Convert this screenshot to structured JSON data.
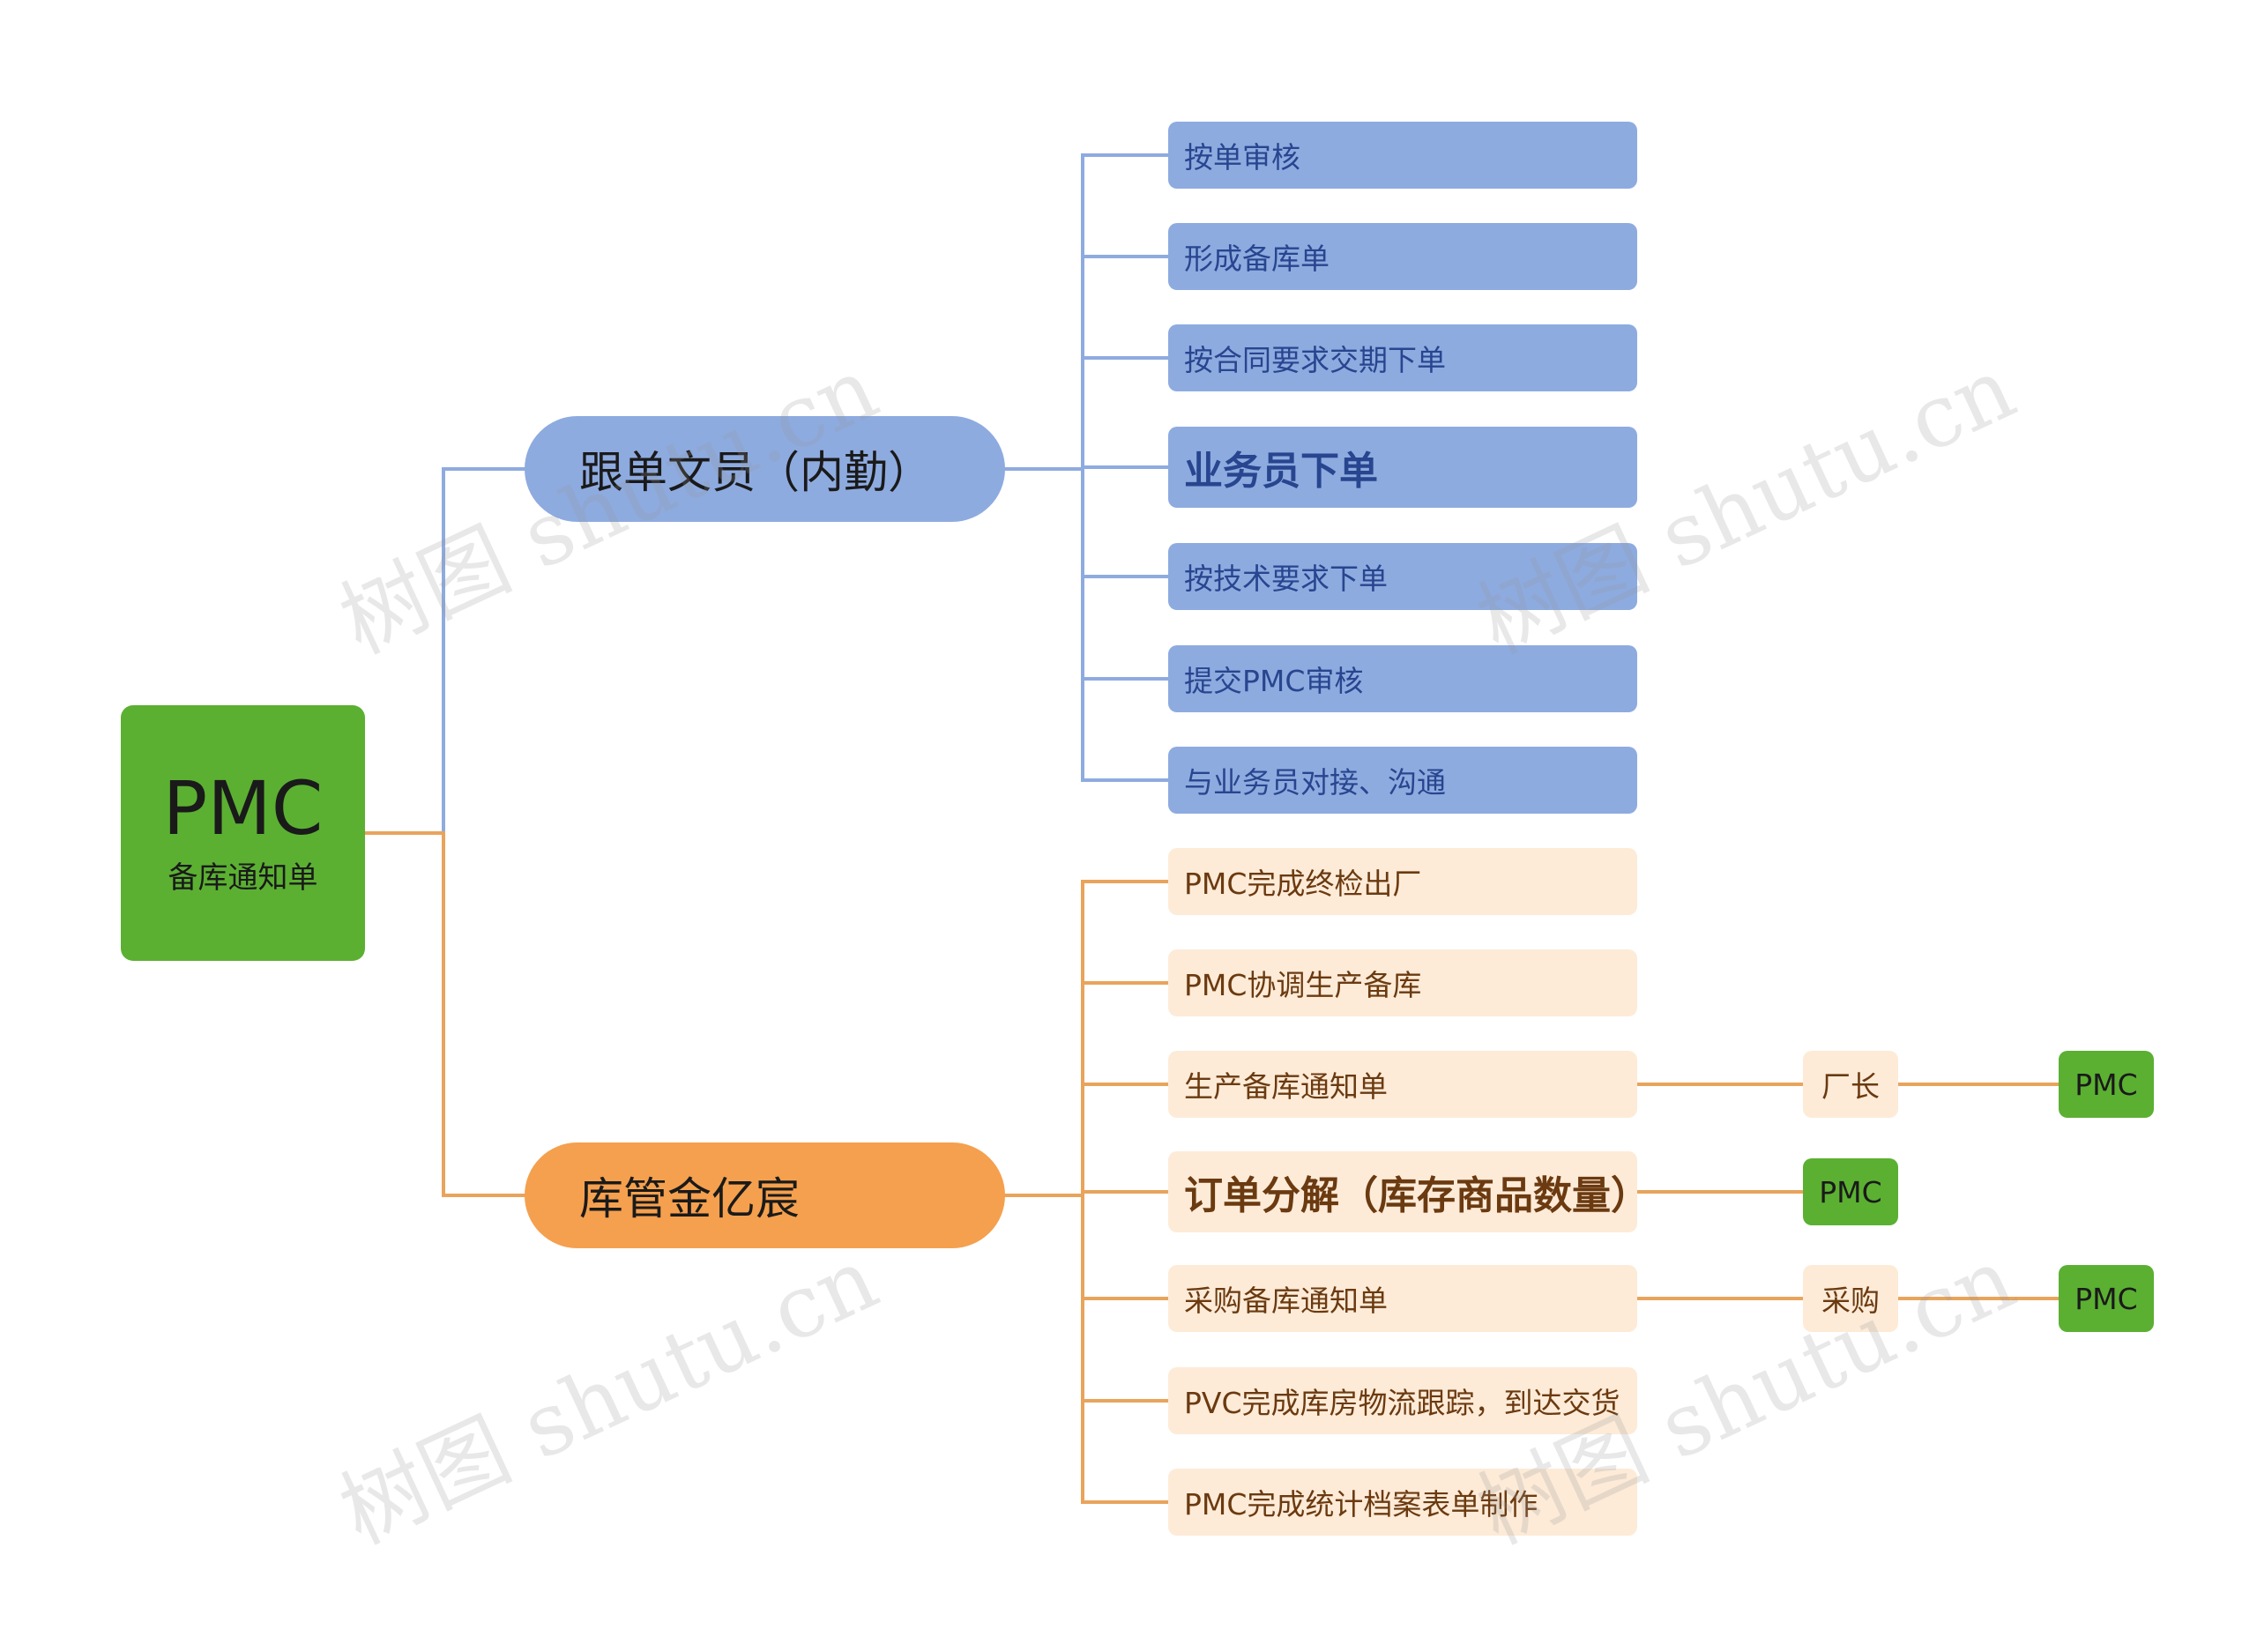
{
  "colors": {
    "root": "#5bb032",
    "blue_branch": "#8eabe0",
    "blue_wire": "#8eabe0",
    "orange_branch": "#f5a04e",
    "orange_wire": "#e8a45c",
    "orange_leaf": "#fdebd8",
    "blue_text": "#28458f",
    "orange_text": "#6b3a10"
  },
  "root": {
    "title": "PMC",
    "subtitle": "备库通知单"
  },
  "branches": [
    {
      "label": "跟单文员（内勤）",
      "items": [
        {
          "label": "按单审核"
        },
        {
          "label": "形成备库单"
        },
        {
          "label": "按合同要求交期下单"
        },
        {
          "label": "业务员下单",
          "emphasis": true
        },
        {
          "label": "按技术要求下单"
        },
        {
          "label": "提交PMC审核"
        },
        {
          "label": "与业务员对接、沟通"
        }
      ]
    },
    {
      "label": "库管金亿宸",
      "items": [
        {
          "label": "PMC完成终检出厂"
        },
        {
          "label": "PMC协调生产备库"
        },
        {
          "label": "生产备库通知单",
          "chain": [
            "厂长",
            "PMC"
          ]
        },
        {
          "label": "订单分解（库存商品数量）",
          "emphasis": true,
          "chain": [
            "PMC"
          ]
        },
        {
          "label": "采购备库通知单",
          "chain": [
            "采购",
            "PMC"
          ]
        },
        {
          "label": "PVC完成库房物流跟踪，到达交货"
        },
        {
          "label": "PMC完成统计档案表单制作"
        }
      ]
    }
  ],
  "watermark": "树图 shutu.cn"
}
